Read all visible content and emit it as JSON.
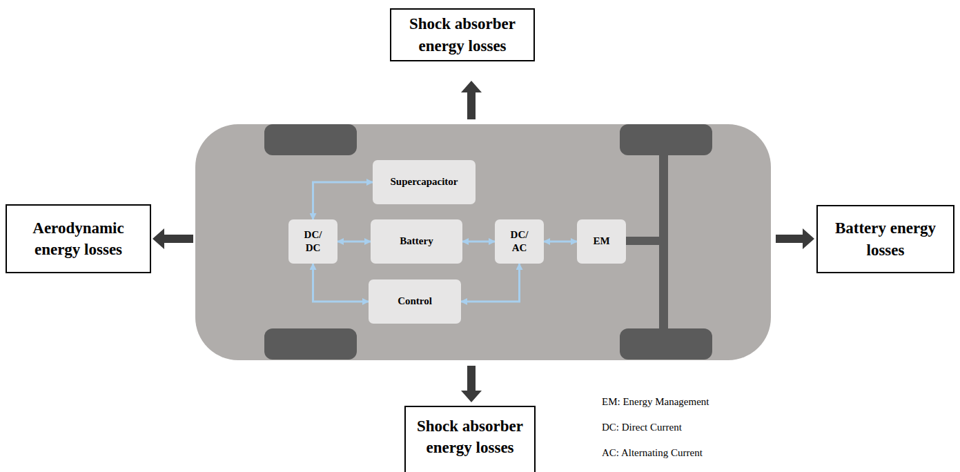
{
  "diagram": {
    "nodes": [
      {
        "text": [
          "Shock absorber energy losses"
        ]
      },
      {
        "text": [
          "Aerodynamic energy losses"
        ]
      },
      {
        "text": [
          "Supercapacitor"
        ]
      },
      {
        "text": [
          "DC/ DC"
        ]
      },
      {
        "text": [
          "Battery"
        ]
      },
      {
        "text": [
          "DC/ AC"
        ]
      },
      {
        "text": [
          "EM"
        ]
      },
      {
        "text": [
          "Control"
        ]
      },
      {
        "text": [
          "Battery energy losses"
        ]
      },
      {
        "text": [
          "Shock absorber energy losses"
        ]
      }
    ],
    "edges": [
      {
        "from": 3,
        "to": 2,
        "arrow": "both"
      },
      {
        "from": 3,
        "to": 4,
        "arrow": "both"
      },
      {
        "from": 4,
        "to": 5,
        "arrow": "both"
      },
      {
        "from": 5,
        "to": 6,
        "arrow": "both"
      },
      {
        "from": 3,
        "to": 7,
        "arrow": "both"
      },
      {
        "from": 7,
        "to": 5,
        "arrow": "both"
      }
    ],
    "labels": [
      "EM: Energy Management",
      "DC: Direct Current",
      "AC: Alternating Current"
    ]
  }
}
